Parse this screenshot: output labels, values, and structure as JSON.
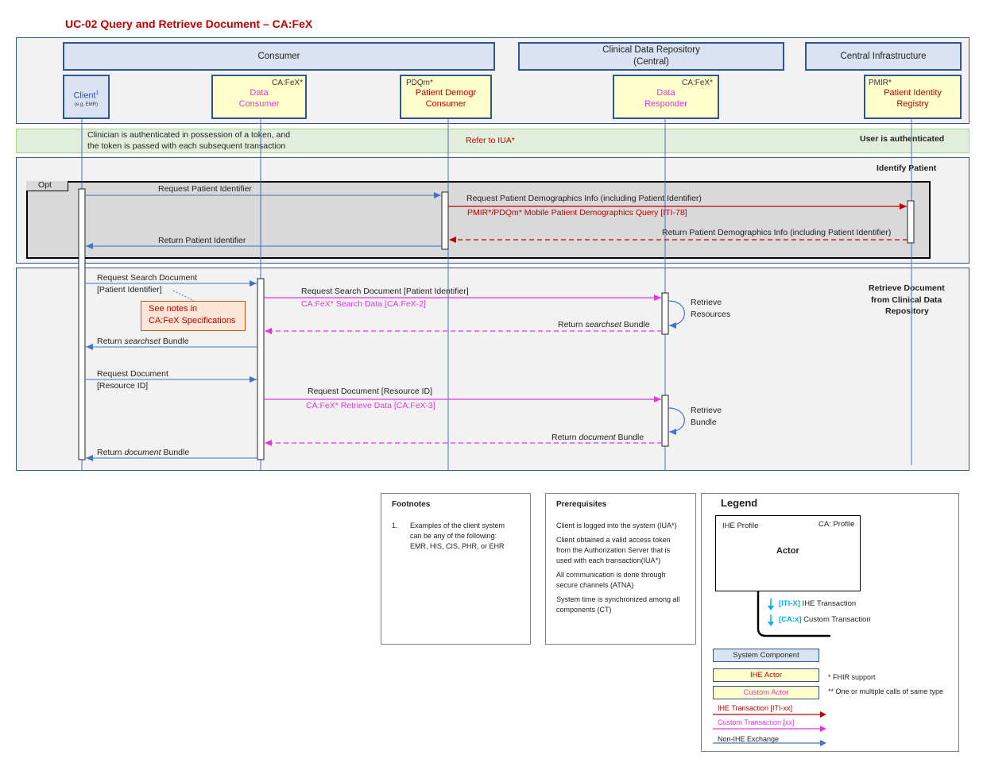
{
  "title": "UC-02  Query and Retrieve Document – CA:FeX",
  "systems": {
    "consumer": "Consumer",
    "cdr_line1": "Clinical Data Repository",
    "cdr_line2": "(Central)",
    "infra": "Central Infrastructure"
  },
  "actors": {
    "client": {
      "name": "Client",
      "sup": "1",
      "sub": "(e.g. EMR)"
    },
    "data_consumer": {
      "tag": "CA:FeX*",
      "line1": "Data",
      "line2": "Consumer"
    },
    "pdqm": {
      "tag": "PDQm*",
      "line1": "Patient Demogr",
      "line2": "Consumer"
    },
    "data_responder": {
      "tag": "CA:FeX*",
      "line1": "Data",
      "line2": "Responder"
    },
    "pmir": {
      "tag": "PMIR*",
      "line1": "Patient Identity",
      "line2": "Registry"
    }
  },
  "auth": {
    "line1": "Clinician is authenticated in possession of a token, and",
    "line2": "the token is passed with each subsequent transaction",
    "refer": "Refer to IUA*",
    "status": "User is authenticated"
  },
  "identify": {
    "title": "Identify Patient",
    "opt": "Opt",
    "m1": "Request Patient Identifier",
    "m2": "Request Patient Demographics Info (including Patient Identifier)",
    "m2b": "PMIR*/PDQm*  Mobile Patient Demographics Query [ITI-78]",
    "m3": "Return Patient Demographics Info (including Patient Identifier)",
    "m4": "Return Patient Identifier"
  },
  "retrieve": {
    "title_line1": "Retrieve Document",
    "title_line2": "from Clinical Data",
    "title_line3": "Repository",
    "s1a": "Request Search Document",
    "s1b": "[Patient Identifier]",
    "note1": "See notes in",
    "note2": "CA:FeX Specifications",
    "s2": "Request Search Document  [Patient Identifier]",
    "s2b": "CA:FeX* Search Data [CA:FeX-2]",
    "self1a": "Retrieve",
    "self1b": "Resources",
    "s3_pre": "Return ",
    "s3_em": "searchset",
    "s3_post": " Bundle",
    "s4_pre": "Return ",
    "s4_em": "searchset",
    "s4_post": " Bundle",
    "d1a": "Request Document",
    "d1b": "[Resource ID]",
    "d2": "Request Document [Resource ID]",
    "d2b": "CA:FeX* Retrieve Data [CA:FeX-3]",
    "self2a": "Retrieve",
    "self2b": "Bundle",
    "d3_pre": "Return ",
    "d3_em": "document",
    "d3_post": " Bundle",
    "d4_pre": "Return ",
    "d4_em": "document",
    "d4_post": " Bundle"
  },
  "footnotes": {
    "title": "Footnotes",
    "num": "1.",
    "line1": "Examples of the client system",
    "line2": "can be any of the following:",
    "line3": "EMR, HIS, CIS, PHR, or EHR"
  },
  "prereq": {
    "title": "Prerequisites",
    "p1": "Client is logged into the system (IUA*)",
    "p2a": "Client obtained a valid access token",
    "p2b": "from the Authorization Server that is",
    "p2c": "used with each transaction(IUA*)",
    "p3a": "All communication is done through",
    "p3b": "secure channels (ATNA)",
    "p4a": "System time is synchronized among all",
    "p4b": "components (CT)"
  },
  "legend": {
    "title": "Legend",
    "ihe_profile": "IHE Profile",
    "ca_profile": "CA: Profile",
    "actor": "Actor",
    "ihe_tx_code": "[ITI-X]",
    "ihe_tx": " IHE Transaction",
    "custom_tx_code": "[CA:x]",
    "custom_tx": " Custom Transaction",
    "system_component": "System Component",
    "ihe_actor": "IHE Actor",
    "custom_actor": "Custom Actor",
    "fhir": "*  FHIR support",
    "multi": "**  One or multiple calls of same type",
    "ihe_transaction": "IHE Transaction [ITI-xx]",
    "custom_transaction": "Custom Transaction [xx]",
    "non_ihe": "Non-IHE Exchange"
  },
  "colors": {
    "title_red": "#c00000",
    "ihe_red": "#c00000",
    "custom_magenta": "#e633e6",
    "non_ihe_blue": "#4472c4",
    "system_fill": "#dae3f3",
    "actor_fill": "#ffffcc",
    "auth_fill": "#e2efda",
    "cyan": "#00b0f0"
  }
}
